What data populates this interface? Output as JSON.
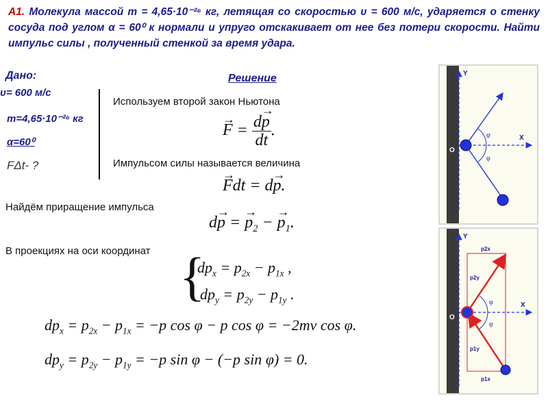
{
  "problem": {
    "number": "А1.",
    "text": "Молекула массой m = 4,65·10⁻²⁶ кг, летящая со скоростью υ = 600 м/с, ударяется о стенку сосуда под углом α = 60⁰ к нормали и упруго отскакивает от нее без потери скорости. Найти импульс силы , полученный стенкой за время удара."
  },
  "given": {
    "title": "Дано:",
    "v": "υ= 600 м/с",
    "m": "m=4,65·10⁻²⁶ кг",
    "alpha": "α=60⁰",
    "find": "FΔt- ?"
  },
  "solution": {
    "title": "Решение",
    "line1": "Используем второй закон Ньютона",
    "line2": "Импульсом силы называется величина",
    "line3": "Найдём приращение импульса",
    "line4": "В проекциях на оси координат"
  },
  "diagram1": {
    "y": "Y",
    "x": "X",
    "o": "O",
    "phi": "φ"
  },
  "diagram2": {
    "y": "Y",
    "x": "X",
    "o": "O",
    "phi": "φ",
    "p2x": "p2x",
    "p2y": "p2y",
    "p1y": "p1y",
    "p1x": "p1x"
  },
  "colors": {
    "title_blue": "#1c1c8c",
    "accent_red": "#c00000",
    "ball_blue": "#2233dd",
    "arrow_red": "#dd2222"
  }
}
